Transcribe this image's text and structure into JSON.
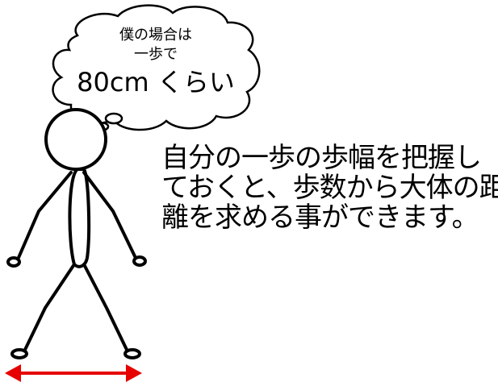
{
  "thought_bubble": {
    "line1": "僕の場合は",
    "line2": "一歩で",
    "line3": "80cm くらい"
  },
  "caption": {
    "line1": "自分の一歩の歩幅を把握し",
    "line2": "ておくと、歩数から大体の距",
    "line3": "離を求める事ができます。"
  },
  "colors": {
    "stroke": "#000000",
    "arrow": "#e60000",
    "background": "#ffffff"
  }
}
